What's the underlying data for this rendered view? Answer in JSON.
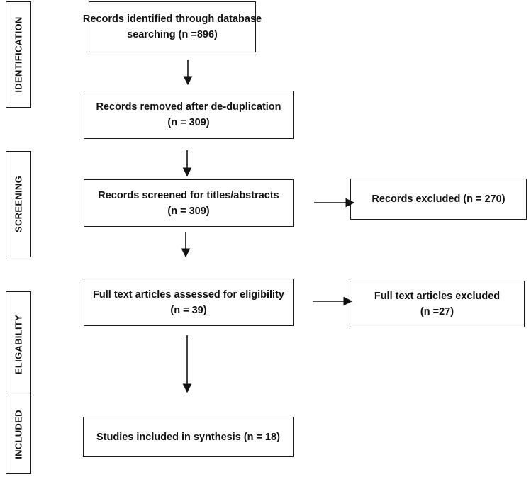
{
  "stages": {
    "identification": "IDENTIFICATION",
    "screening": "SCREENING",
    "eligibility": "ELIGABILITY",
    "included": "INCLUDED"
  },
  "boxes": {
    "identified": {
      "line1": "Records identified through database",
      "line2": "searching (n =896)"
    },
    "deduplicated": {
      "line1": "Records removed after de-duplication",
      "line2": "(n = 309)"
    },
    "screened": {
      "line1": "Records screened for titles/abstracts",
      "line2": "(n = 309)"
    },
    "excluded": {
      "line1": "Records excluded (n = 270)"
    },
    "assessed": {
      "line1": "Full text articles assessed for eligibility",
      "line2": "(n = 39)"
    },
    "fulltext_excluded": {
      "line1": "Full text articles excluded",
      "line2": "(n =27)"
    },
    "included": {
      "line1": "Studies included in synthesis (n = 18)"
    }
  }
}
